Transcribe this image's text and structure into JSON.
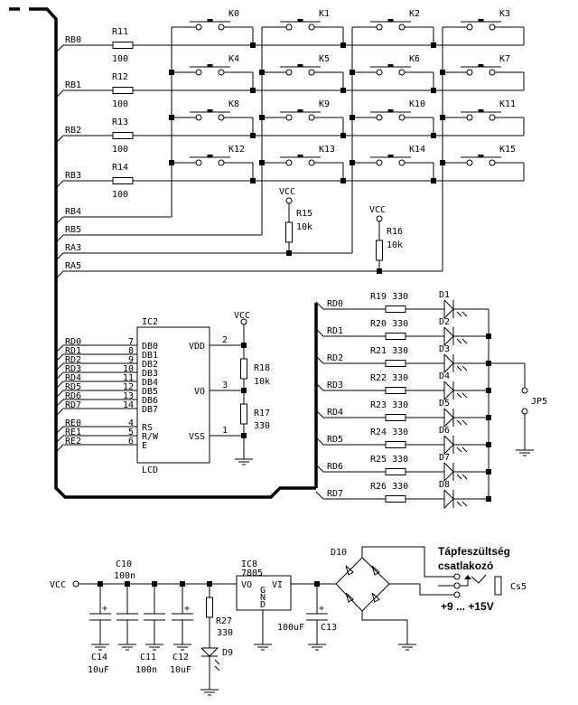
{
  "keypad": {
    "rows": [
      {
        "net": "RB0",
        "resistor": "R11",
        "value": "100",
        "keys": [
          "K0",
          "K1",
          "K2",
          "K3"
        ]
      },
      {
        "net": "RB1",
        "resistor": "R12",
        "value": "100",
        "keys": [
          "K4",
          "K5",
          "K6",
          "K7"
        ]
      },
      {
        "net": "RB2",
        "resistor": "R13",
        "value": "100",
        "keys": [
          "K8",
          "K9",
          "K10",
          "K11"
        ]
      },
      {
        "net": "RB3",
        "resistor": "R14",
        "value": "100",
        "keys": [
          "K12",
          "K13",
          "K14",
          "K15"
        ]
      }
    ],
    "columns": [
      "RB4",
      "RB5",
      "RA3",
      "RA5"
    ],
    "pullups": [
      {
        "supply": "VCC",
        "name": "R15",
        "value": "10k"
      },
      {
        "supply": "VCC",
        "name": "R16",
        "value": "10k"
      }
    ]
  },
  "lcd": {
    "name": "IC2",
    "type": "LCD",
    "data_pins": [
      {
        "net": "RD0",
        "pin": "7",
        "label": "DB0"
      },
      {
        "net": "RD1",
        "pin": "8",
        "label": "DB1"
      },
      {
        "net": "RD2",
        "pin": "9",
        "label": "DB2"
      },
      {
        "net": "RD3",
        "pin": "10",
        "label": "DB3"
      },
      {
        "net": "RD4",
        "pin": "11",
        "label": "DB4"
      },
      {
        "net": "RD5",
        "pin": "12",
        "label": "DB5"
      },
      {
        "net": "RD6",
        "pin": "13",
        "label": "DB6"
      },
      {
        "net": "RD7",
        "pin": "14",
        "label": "DB7"
      }
    ],
    "ctrl_pins": [
      {
        "net": "RE0",
        "pin": "4",
        "label": "RS"
      },
      {
        "net": "RE1",
        "pin": "5",
        "label": "R/W"
      },
      {
        "net": "RE2",
        "pin": "6",
        "label": "E"
      }
    ],
    "power_pins": [
      {
        "label": "VDD",
        "pin": "2"
      },
      {
        "label": "VO",
        "pin": "3"
      },
      {
        "label": "VSS",
        "pin": "1"
      }
    ],
    "supply": "VCC",
    "r_top": {
      "name": "R18",
      "value": "10k"
    },
    "r_bottom": {
      "name": "R17",
      "value": "330"
    }
  },
  "leds": {
    "rows": [
      {
        "net": "RD0",
        "resistor": "R19",
        "value": "330",
        "diode": "D1"
      },
      {
        "net": "RD1",
        "resistor": "R20",
        "value": "330",
        "diode": "D2"
      },
      {
        "net": "RD2",
        "resistor": "R21",
        "value": "330",
        "diode": "D3"
      },
      {
        "net": "RD3",
        "resistor": "R22",
        "value": "330",
        "diode": "D4"
      },
      {
        "net": "RD4",
        "resistor": "R23",
        "value": "330",
        "diode": "D5"
      },
      {
        "net": "RD5",
        "resistor": "R24",
        "value": "330",
        "diode": "D6"
      },
      {
        "net": "RD6",
        "resistor": "R25",
        "value": "330",
        "diode": "D7"
      },
      {
        "net": "RD7",
        "resistor": "R26",
        "value": "330",
        "diode": "D8"
      }
    ],
    "jumper": "JP5"
  },
  "power": {
    "vcc_label": "VCC",
    "caps": [
      {
        "name": "C14",
        "value": "10uF",
        "polarized": true
      },
      {
        "name": "C10",
        "value": "100n",
        "polarized": false
      },
      {
        "name": "C11",
        "value": "100n",
        "polarized": false
      },
      {
        "name": "C12",
        "value": "10uF",
        "polarized": true
      }
    ],
    "led_resistor": {
      "name": "R27",
      "value": "330"
    },
    "led": "D9",
    "regulator": {
      "name": "IC8",
      "type": "7805",
      "vo": "VO",
      "gnd": "GND",
      "vi": "VI"
    },
    "input_cap": {
      "name": "C13",
      "value": "100uF"
    },
    "bridge": "D10",
    "connector": {
      "name": "Cs5",
      "title_line1": "Tápfeszültség",
      "title_line2": "csatlakozó",
      "voltage": "+9 ... +15V"
    }
  }
}
